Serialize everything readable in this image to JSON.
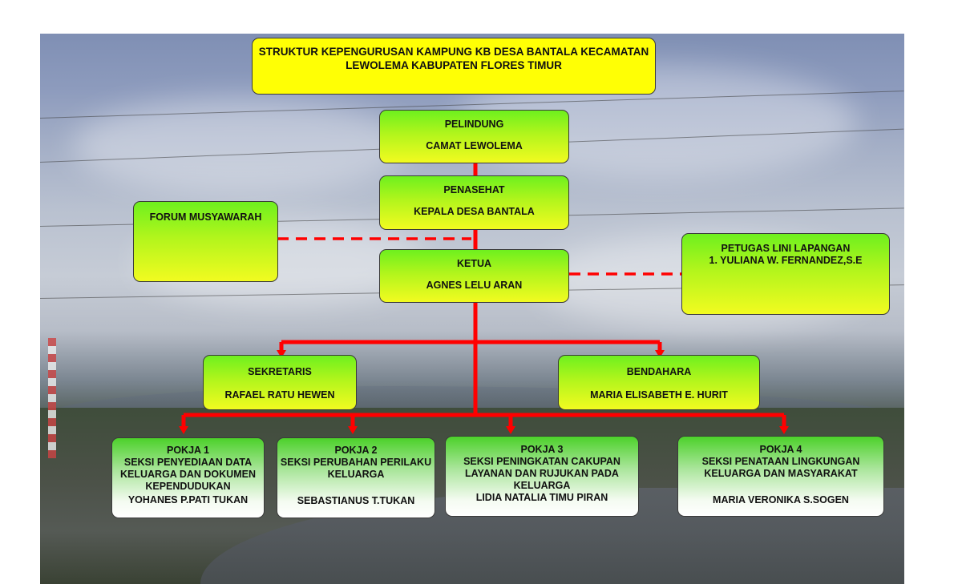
{
  "title": {
    "line1": "STRUKTUR KEPENGURUSAN KAMPUNG KB DESA BANTALA",
    "line2": "KECAMATAN LEWOLEMA",
    "line3": "KABUPATEN FLORES TIMUR"
  },
  "pelindung": {
    "role": "PELINDUNG",
    "name": "CAMAT LEWOLEMA"
  },
  "penasehat": {
    "role": "PENASEHAT",
    "name": "KEPALA DESA BANTALA"
  },
  "forum": {
    "role": "FORUM MUSYAWARAH"
  },
  "ketua": {
    "role": "KETUA",
    "name": "AGNES LELU ARAN"
  },
  "petugas": {
    "role": "PETUGAS LINI LAPANGAN",
    "name": "1.   YULIANA W. FERNANDEZ,S.E"
  },
  "sekretaris": {
    "role": "SEKRETARIS",
    "name": "RAFAEL RATU HEWEN"
  },
  "bendahara": {
    "role": "BENDAHARA",
    "name": "MARIA ELISABETH E. HURIT"
  },
  "pokja": [
    {
      "label": "POKJA 1",
      "desc": [
        "SEKSI PENYEDIAAN DATA",
        "KELUARGA DAN DOKUMEN",
        "KEPENDUDUKAN"
      ],
      "name": "YOHANES P.PATI TUKAN"
    },
    {
      "label": "POKJA 2",
      "desc": [
        "SEKSI PERUBAHAN PERILAKU",
        "KELUARGA"
      ],
      "name": "SEBASTIANUS T.TUKAN"
    },
    {
      "label": "POKJA 3",
      "desc": [
        "SEKSI PENINGKATAN CAKUPAN",
        "LAYANAN DAN RUJUKAN PADA",
        "KELUARGA"
      ],
      "name": "LIDIA NATALIA TIMU PIRAN"
    },
    {
      "label": "POKJA 4",
      "desc": [
        "SEKSI PENATAAN LINGKUNGAN",
        "KELUARGA DAN MASYARAKAT"
      ],
      "name": "MARIA VERONIKA S.SOGEN"
    }
  ],
  "colors": {
    "connector": "#ff0000",
    "title_fill": "#ffff05",
    "box_top": "#6ef01e",
    "box_bottom": "#f2fb20",
    "pokja_top": "#4cd12a",
    "pokja_bottom": "#ffffff"
  }
}
